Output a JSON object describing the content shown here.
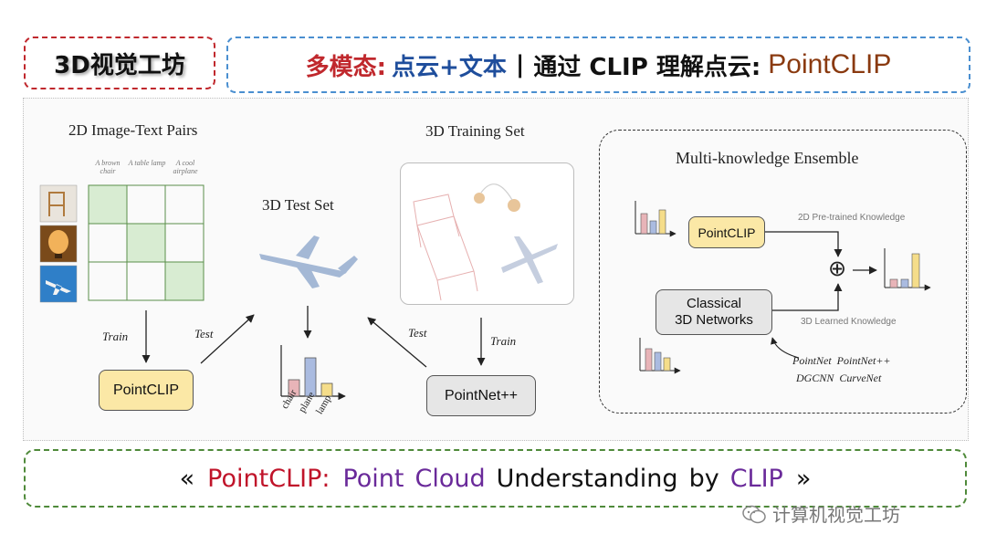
{
  "header": {
    "brand": "3D视觉工坊",
    "title_part1": "多模态:",
    "title_part2": "点云+文本",
    "title_sep": "|",
    "title_part3": "通过 CLIP 理解点云:",
    "title_part4": "PointCLIP"
  },
  "figure": {
    "pairs_title": "2D Image-Text Pairs",
    "captions": [
      "A brown chair",
      "A table lamp",
      "A cool airplane"
    ],
    "train_left": "Train",
    "test_left": "Test",
    "pointclip_left": "PointCLIP",
    "test_set_title": "3D Test Set",
    "bar_labels": [
      "chair",
      "plane",
      "lamp"
    ],
    "training_set_title": "3D Training Set",
    "test_right": "Test",
    "train_right": "Train",
    "pointnet_box": "PointNet++",
    "ensemble": {
      "title": "Multi-knowledge Ensemble",
      "pointclip": "PointCLIP",
      "knowledge_2d": "2D Pre-trained Knowledge",
      "classical_line1": "Classical",
      "classical_line2": "3D Networks",
      "knowledge_3d": "3D Learned Knowledge",
      "nets_line1": "PointNet  PointNet++",
      "nets_line2": "DGCNN  CurveNet",
      "plus": "⊕"
    }
  },
  "footer": {
    "open": "«",
    "name": "PointCLIP:",
    "word1": "Point",
    "word2": "Cloud",
    "word3": "Understanding",
    "word4": "by",
    "word5": "CLIP",
    "close": "»"
  },
  "watermark": "计算机视觉工坊",
  "colors": {
    "brand_border": "#c0282d",
    "title_border": "#4a8fd0",
    "footer_border": "#4f8a3a",
    "pointclip_fill": "#fbe8a6",
    "grid_green": "#d8ecd2",
    "bar_red": "#e8b4b8",
    "bar_blue": "#aabbe0",
    "bar_yellow": "#f5dd8a"
  },
  "icons": [
    "chair-photo-icon",
    "lamp-photo-icon",
    "airplane-photo-icon",
    "wechat-icon"
  ]
}
